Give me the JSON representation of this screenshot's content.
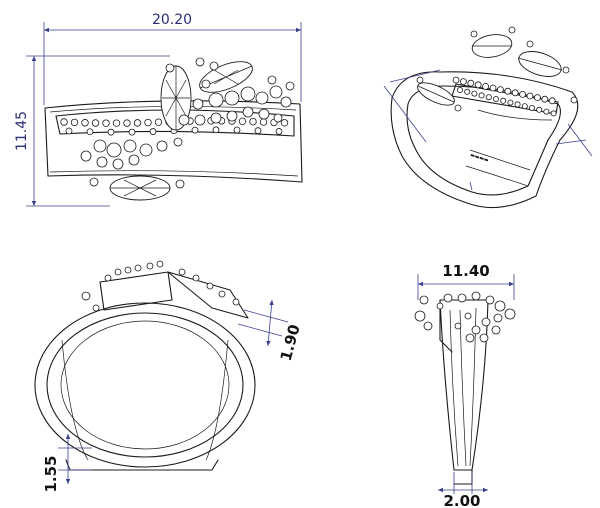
{
  "diagram": {
    "dimensions": {
      "front_width": "20.20",
      "front_height": "11.45",
      "side_band_thickness": "1.90",
      "side_base_thickness": "1.55",
      "end_width": "11.40",
      "end_base_width": "2.00"
    },
    "colors": {
      "line": "#1b1b1b",
      "dimension_line": "#3a3f8f",
      "dimension_text": "#2b2f7a",
      "background": "#ffffff"
    }
  }
}
